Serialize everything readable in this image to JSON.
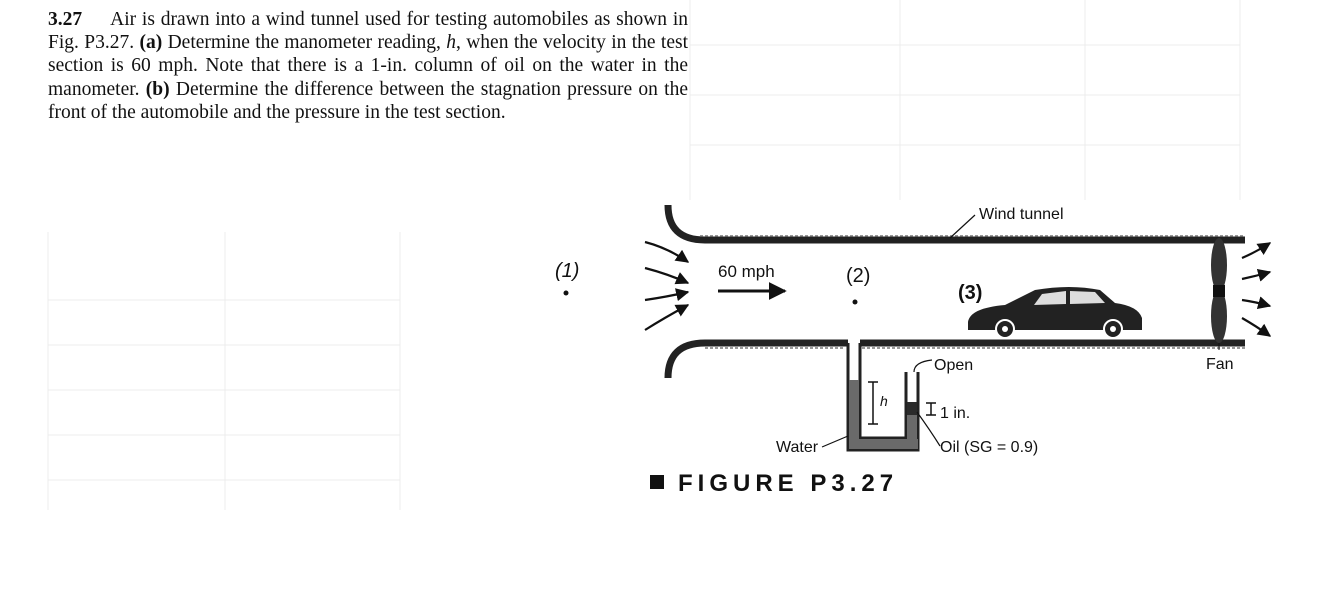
{
  "problem": {
    "number": "3.27",
    "text_1": "Air is drawn into a wind tunnel used for testing automobiles as shown in Fig. P3.27. ",
    "part_a_marker": "(a)",
    "text_2": " Determine the manometer reading, ",
    "h_symbol": "h",
    "text_3": ", when the velocity in the test section is 60 mph. Note that there is a 1-in. column of oil on the water in the manometer. ",
    "part_b_marker": "(b)",
    "text_4": " Determine the difference between the stagnation pressure on the front of the automobile and the pressure in the test section."
  },
  "figure": {
    "label_point_1": "(1)",
    "label_point_2": "(2)",
    "label_point_3": "(3)",
    "label_velocity": "60 mph",
    "label_wind_tunnel": "Wind tunnel",
    "label_fan": "Fan",
    "label_open": "Open",
    "label_h": "h",
    "label_one_inch": "1 in.",
    "label_water": "Water",
    "label_oil": "Oil (SG = 0.9)",
    "caption": "FIGURE P3.27"
  }
}
